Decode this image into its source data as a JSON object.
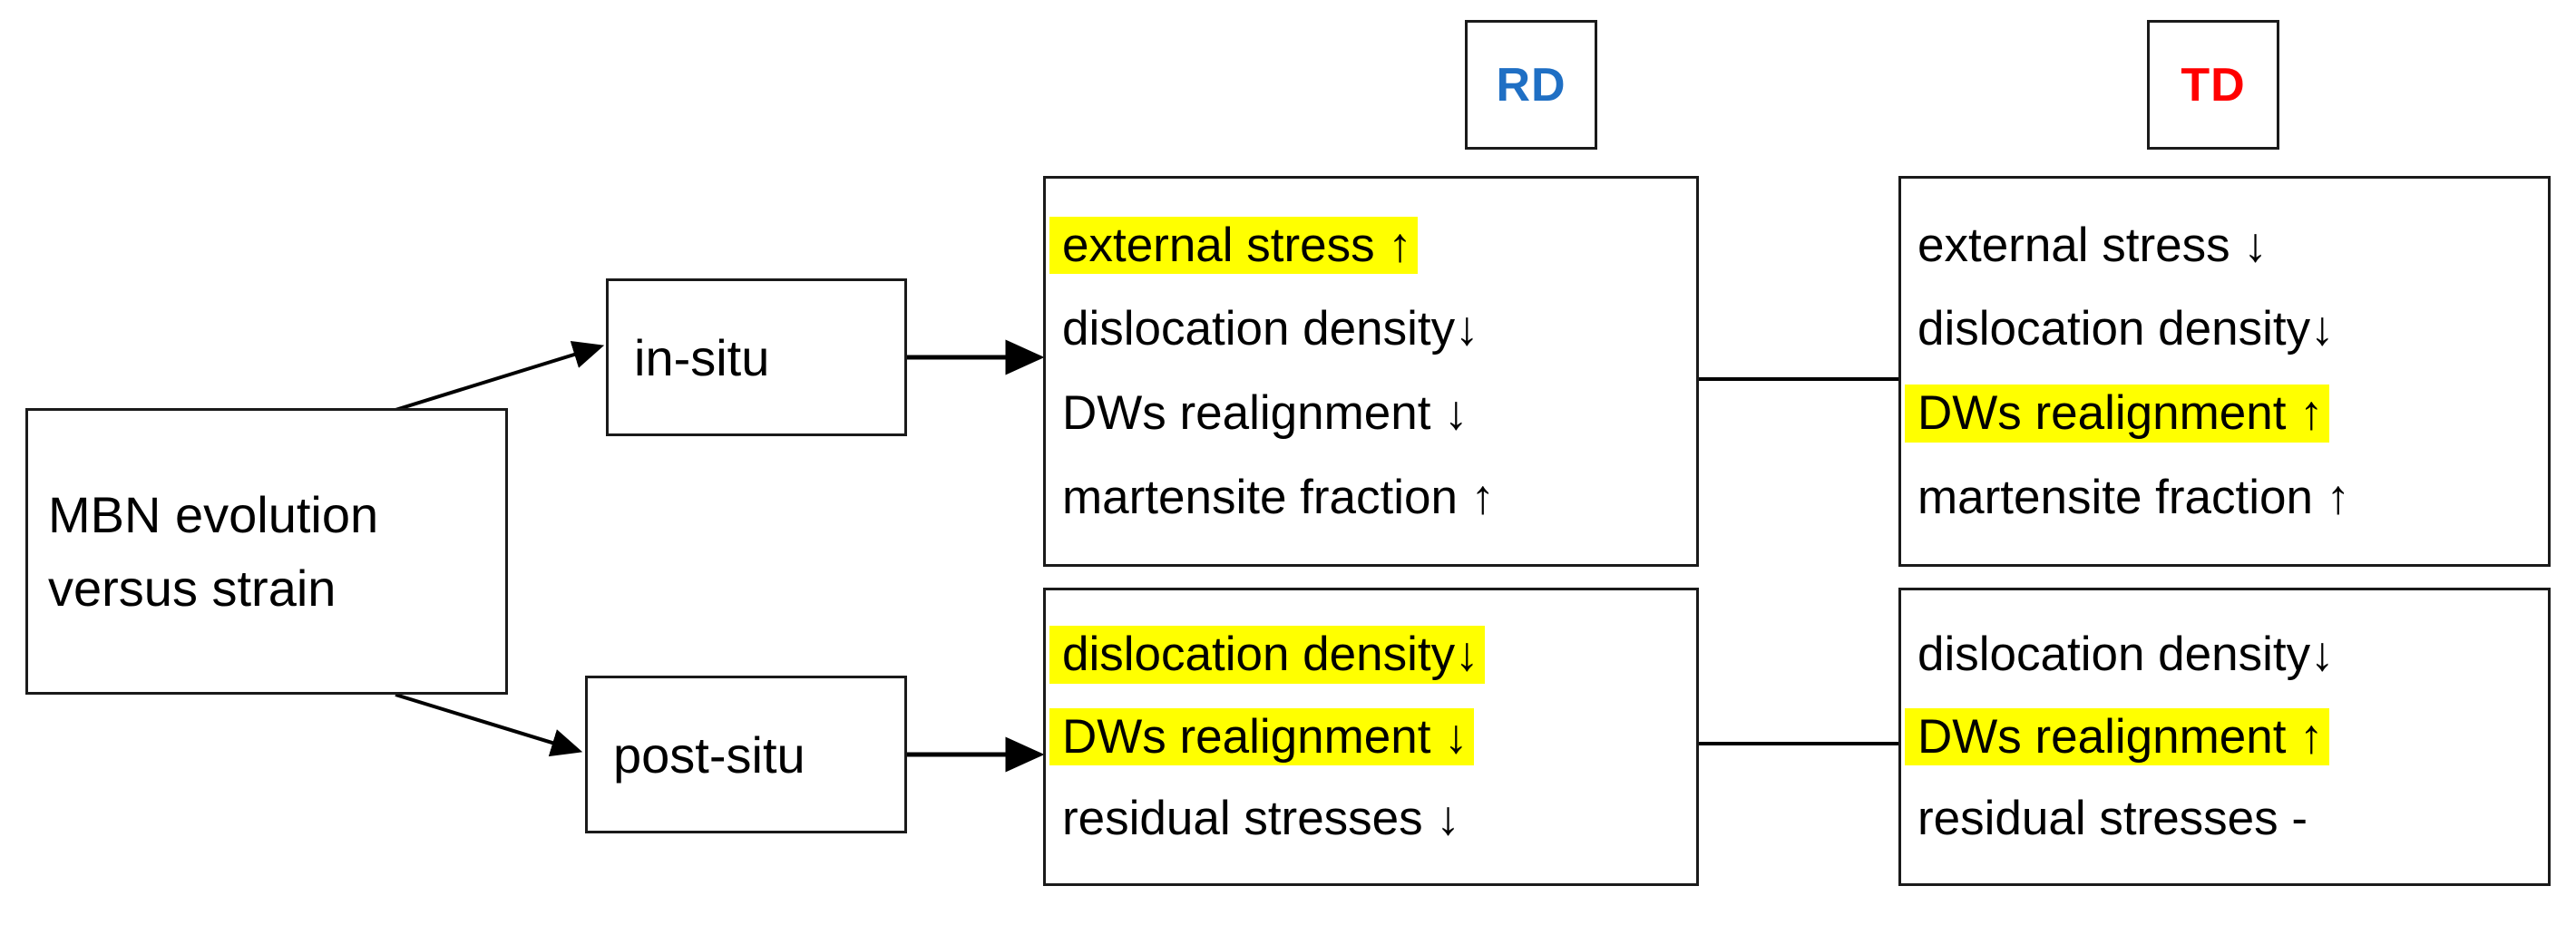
{
  "directions": {
    "rd": {
      "label": "RD",
      "color": "#1F6FC4"
    },
    "td": {
      "label": "TD",
      "color": "#FF0000"
    }
  },
  "source": {
    "line1": "MBN evolution",
    "line2": "versus strain"
  },
  "methods": {
    "insitu": "in-situ",
    "postsitu": "post-situ"
  },
  "highlight_color": "#FFFF00",
  "effects": {
    "rd_insitu": [
      {
        "text": "external stress ↑",
        "highlight": true
      },
      {
        "text": "dislocation density↓",
        "highlight": false
      },
      {
        "text": "DWs realignment ↓",
        "highlight": false
      },
      {
        "text": "martensite fraction ↑",
        "highlight": false
      }
    ],
    "td_insitu": [
      {
        "text": "external stress ↓",
        "highlight": false
      },
      {
        "text": "dislocation density↓",
        "highlight": false
      },
      {
        "text": "DWs realignment ↑",
        "highlight": true
      },
      {
        "text": "martensite fraction ↑",
        "highlight": false
      }
    ],
    "rd_postsitu": [
      {
        "text": "dislocation density↓",
        "highlight": true
      },
      {
        "text": "DWs realignment ↓",
        "highlight": true
      },
      {
        "text": "residual stresses ↓",
        "highlight": false
      }
    ],
    "td_postsitu": [
      {
        "text": "dislocation density↓",
        "highlight": false
      },
      {
        "text": "DWs realignment ↑",
        "highlight": true
      },
      {
        "text": "residual stresses -",
        "highlight": false
      }
    ]
  }
}
